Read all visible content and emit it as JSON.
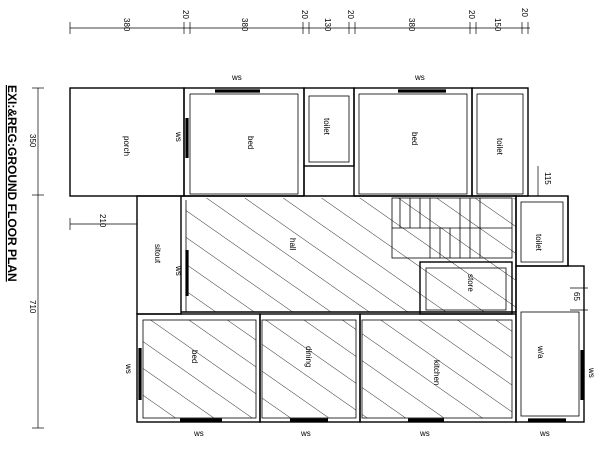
{
  "title": "EXI:&REG:GROUND FLOOR PLAN",
  "rooms": {
    "porch": "porch",
    "bed1": "bed",
    "toilet1": "toilet",
    "bed2": "bed",
    "toilet2": "toilet",
    "sitout": "sitout",
    "hall": "hall",
    "toilet3": "toilet",
    "store": "store",
    "bed3": "bed",
    "dining": "dining",
    "kitchen": "kitchen",
    "wa": "w/a"
  },
  "window_tag": "ws",
  "top_dims": [
    "380",
    "20",
    "380",
    "20",
    "130",
    "20",
    "380",
    "20",
    "150",
    "20"
  ],
  "left_dims": [
    "350",
    "710"
  ],
  "side_dims": [
    "210",
    "115",
    "65"
  ]
}
